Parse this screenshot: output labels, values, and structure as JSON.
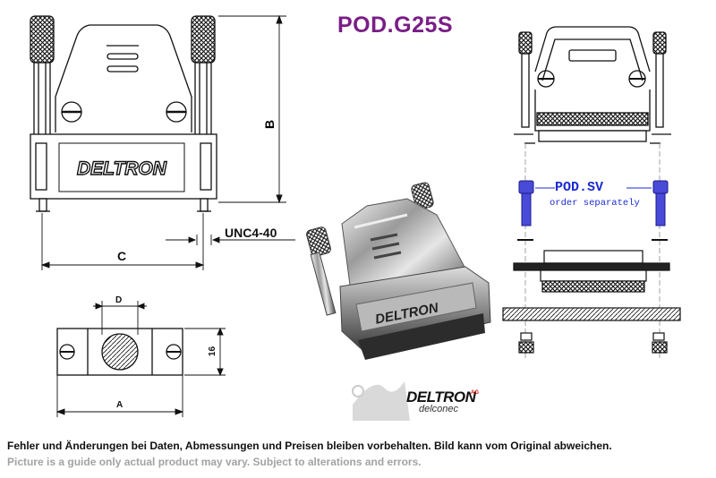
{
  "title": "POD.G25S",
  "dimensions": {
    "B": "B",
    "C": "C",
    "thread": "UNC4-40",
    "D": "D",
    "A": "A",
    "height16": "16"
  },
  "shell_brand": "DELTRON",
  "accessory": {
    "code": "POD.SV",
    "note": "order separately"
  },
  "logo": {
    "brand": "DELTRON",
    "suffix": "AG",
    "sub": "delconec"
  },
  "footer": {
    "german": "Fehler und Änderungen bei Daten, Abmessungen und Preisen bleiben vorbehalten. Bild kann vom Original abweichen.",
    "english": "Picture is a guide only actual product may vary. Subject to alterations and errors."
  },
  "colors": {
    "title": "#7a1e86",
    "accessory": "#1b2ad0",
    "screw": "#4a4ad8"
  }
}
